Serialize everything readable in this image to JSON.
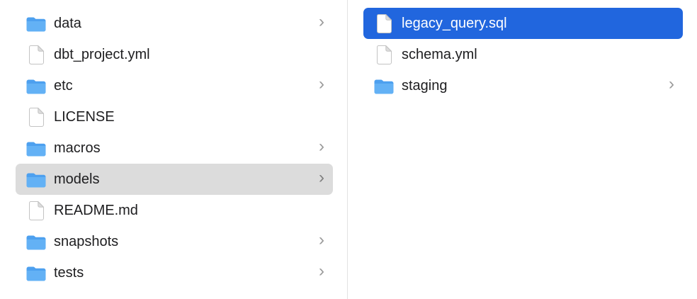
{
  "window": {
    "view": "finder-column-view"
  },
  "colors": {
    "selection_blue": "#2166DE",
    "selection_gray": "#DCDCDC",
    "text": "#1D1D1F",
    "selected_text": "#FFFFFF",
    "chevron_gray": "#9A9A9A",
    "divider": "#E2E2E2",
    "folder_blue": "#55A9F1"
  },
  "icons": {
    "chevron": "›"
  },
  "columns": [
    {
      "items": [
        {
          "label": "data",
          "type": "folder",
          "has_chevron": true,
          "selected": "none"
        },
        {
          "label": "dbt_project.yml",
          "type": "file",
          "has_chevron": false,
          "selected": "none"
        },
        {
          "label": "etc",
          "type": "folder",
          "has_chevron": true,
          "selected": "none"
        },
        {
          "label": "LICENSE",
          "type": "file",
          "has_chevron": false,
          "selected": "none"
        },
        {
          "label": "macros",
          "type": "folder",
          "has_chevron": true,
          "selected": "none"
        },
        {
          "label": "models",
          "type": "folder",
          "has_chevron": true,
          "selected": "gray"
        },
        {
          "label": "README.md",
          "type": "file",
          "has_chevron": false,
          "selected": "none"
        },
        {
          "label": "snapshots",
          "type": "folder",
          "has_chevron": true,
          "selected": "none"
        },
        {
          "label": "tests",
          "type": "folder",
          "has_chevron": true,
          "selected": "none"
        }
      ]
    },
    {
      "items": [
        {
          "label": "legacy_query.sql",
          "type": "file",
          "has_chevron": false,
          "selected": "blue"
        },
        {
          "label": "schema.yml",
          "type": "file",
          "has_chevron": false,
          "selected": "none"
        },
        {
          "label": "staging",
          "type": "folder",
          "has_chevron": true,
          "selected": "none"
        }
      ]
    }
  ]
}
